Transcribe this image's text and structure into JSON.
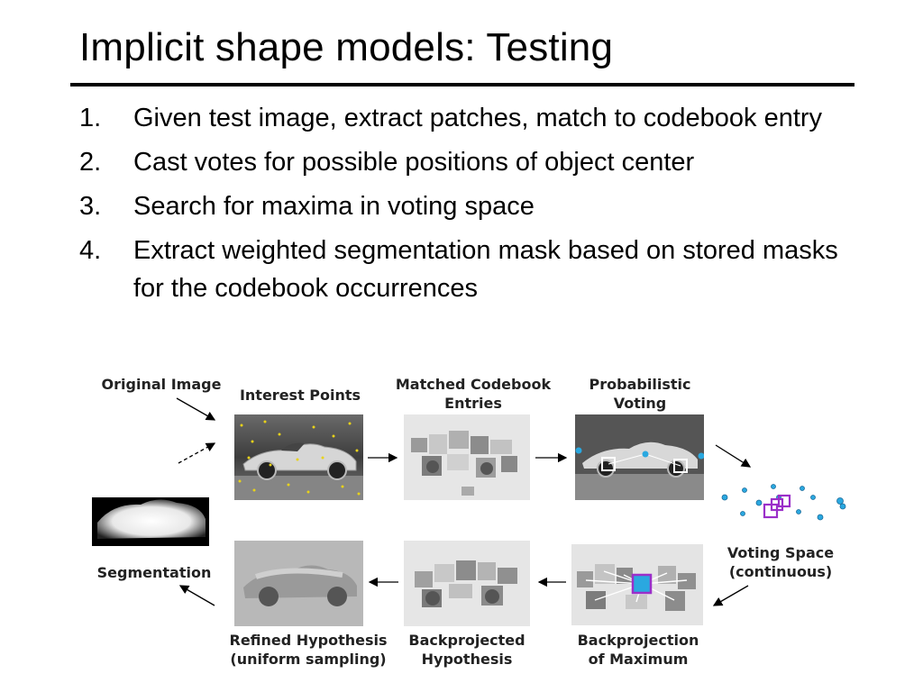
{
  "title": "Implicit shape models: Testing",
  "steps": [
    {
      "num": "1.",
      "text": "Given test image, extract patches, match to codebook entry"
    },
    {
      "num": "2.",
      "text": "Cast votes for possible positions of object center"
    },
    {
      "num": "3.",
      "text": "Search for maxima in voting space"
    },
    {
      "num": "4.",
      "text": "Extract weighted segmentation mask based on stored masks for the codebook occurrences"
    }
  ],
  "figure": {
    "captions": {
      "original_image": "Original Image",
      "interest_points": "Interest Points",
      "matched_codebook": [
        "Matched Codebook",
        "Entries"
      ],
      "probabilistic_voting": [
        "Probabilistic",
        "Voting"
      ],
      "voting_space": [
        "Voting Space",
        "(continuous)"
      ],
      "segmentation": "Segmentation",
      "refined_hypothesis": [
        "Refined Hypothesis",
        "(uniform sampling)"
      ],
      "backprojected_hypothesis": [
        "Backprojected",
        "Hypothesis"
      ],
      "backprojection_maximum": [
        "Backprojection",
        "of Maximum"
      ]
    },
    "icons": [
      "car-photo",
      "codebook-patches",
      "vote-points",
      "maximum-box",
      "segmentation-mask"
    ],
    "colors": {
      "vote": "#2aa8e0",
      "maximum": "#9b2fc9",
      "arrow": "#000000"
    }
  }
}
